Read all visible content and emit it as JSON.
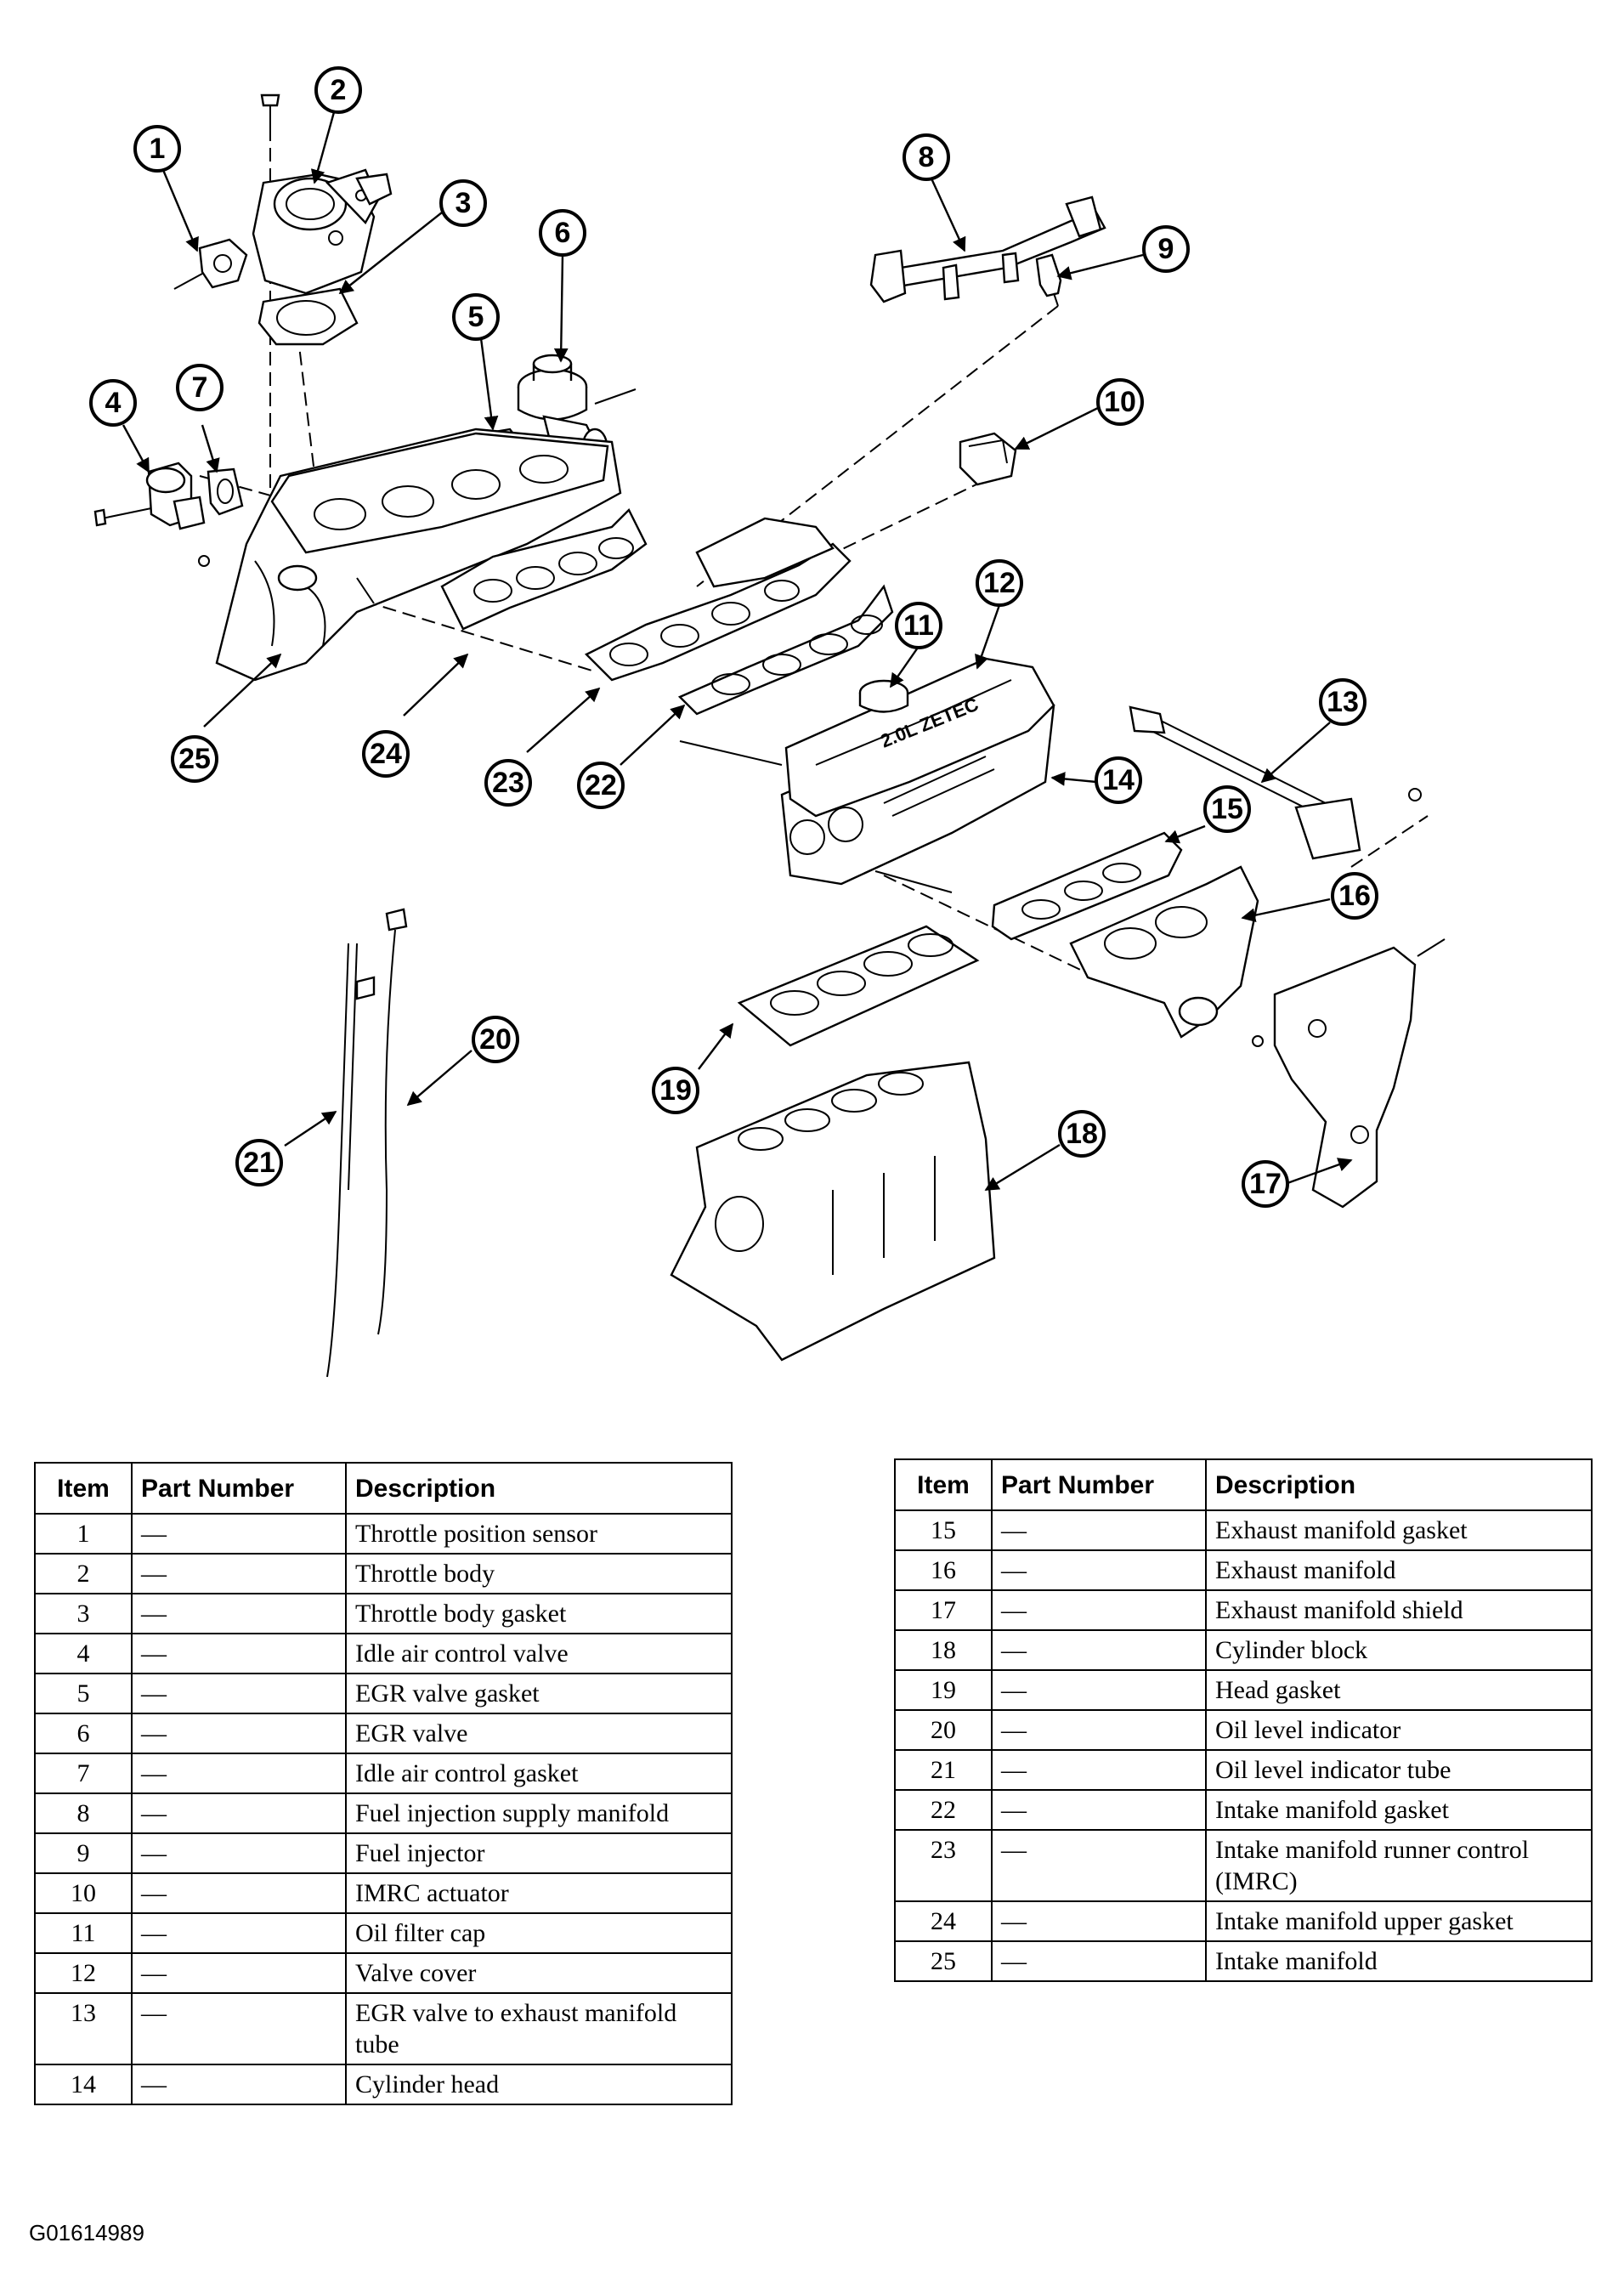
{
  "figure_code": "G01614989",
  "diagram": {
    "callouts": [
      "1",
      "2",
      "3",
      "4",
      "5",
      "6",
      "7",
      "8",
      "9",
      "10",
      "11",
      "12",
      "13",
      "14",
      "15",
      "16",
      "17",
      "18",
      "19",
      "20",
      "21",
      "22",
      "23",
      "24",
      "25"
    ],
    "valve_cover_marking": "2.0L ZETEC"
  },
  "table_left": {
    "headers": {
      "item": "Item",
      "part_number": "Part Number",
      "description": "Description"
    },
    "rows": [
      {
        "item": "1",
        "part_number": "—",
        "description": "Throttle position sensor"
      },
      {
        "item": "2",
        "part_number": "—",
        "description": "Throttle body"
      },
      {
        "item": "3",
        "part_number": "—",
        "description": "Throttle body gasket"
      },
      {
        "item": "4",
        "part_number": "—",
        "description": "Idle air control valve"
      },
      {
        "item": "5",
        "part_number": "—",
        "description": "EGR valve gasket"
      },
      {
        "item": "6",
        "part_number": "—",
        "description": "EGR valve"
      },
      {
        "item": "7",
        "part_number": "—",
        "description": "Idle air control gasket"
      },
      {
        "item": "8",
        "part_number": "—",
        "description": "Fuel injection supply manifold"
      },
      {
        "item": "9",
        "part_number": "—",
        "description": "Fuel injector"
      },
      {
        "item": "10",
        "part_number": "—",
        "description": "IMRC actuator"
      },
      {
        "item": "11",
        "part_number": "—",
        "description": "Oil filter cap"
      },
      {
        "item": "12",
        "part_number": "—",
        "description": "Valve cover"
      },
      {
        "item": "13",
        "part_number": "—",
        "description": "EGR valve to exhaust manifold tube"
      },
      {
        "item": "14",
        "part_number": "—",
        "description": "Cylinder head"
      }
    ]
  },
  "table_right": {
    "headers": {
      "item": "Item",
      "part_number": "Part Number",
      "description": "Description"
    },
    "rows": [
      {
        "item": "15",
        "part_number": "—",
        "description": "Exhaust manifold gasket"
      },
      {
        "item": "16",
        "part_number": "—",
        "description": "Exhaust manifold"
      },
      {
        "item": "17",
        "part_number": "—",
        "description": "Exhaust manifold shield"
      },
      {
        "item": "18",
        "part_number": "—",
        "description": "Cylinder block"
      },
      {
        "item": "19",
        "part_number": "—",
        "description": "Head gasket"
      },
      {
        "item": "20",
        "part_number": "—",
        "description": "Oil level indicator"
      },
      {
        "item": "21",
        "part_number": "—",
        "description": "Oil level indicator tube"
      },
      {
        "item": "22",
        "part_number": "—",
        "description": "Intake manifold gasket"
      },
      {
        "item": "23",
        "part_number": "—",
        "description": "Intake manifold runner control (IMRC)"
      },
      {
        "item": "24",
        "part_number": "—",
        "description": "Intake manifold upper gasket"
      },
      {
        "item": "25",
        "part_number": "—",
        "description": "Intake manifold"
      }
    ]
  }
}
